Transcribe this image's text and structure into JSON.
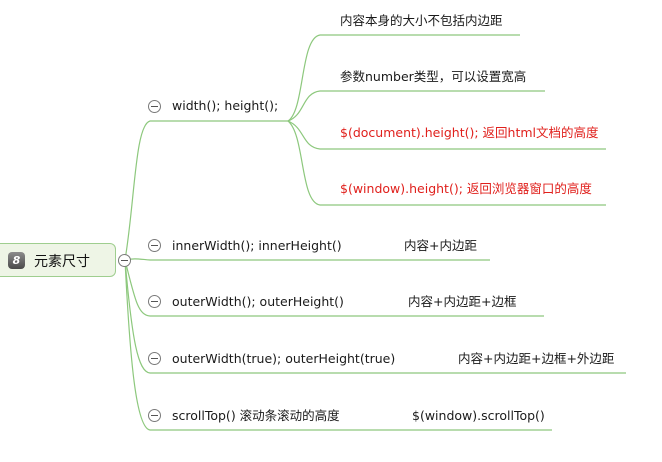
{
  "root": {
    "badge": "8",
    "label": "元素尺寸"
  },
  "branches": [
    {
      "label": "width(); height();",
      "notes": [
        {
          "text": "内容本身的大小不包括内边距",
          "highlight": false
        },
        {
          "text": "参数number类型，可以设置宽高",
          "highlight": false
        },
        {
          "text": "$(document).height();  返回html文档的高度",
          "highlight": true
        },
        {
          "text": "$(window).height(); 返回浏览器窗口的高度",
          "highlight": true
        }
      ]
    },
    {
      "label": "innerWidth(); innerHeight()",
      "notes": [
        {
          "text": "内容+内边距",
          "highlight": false
        }
      ]
    },
    {
      "label": "outerWidth(); outerHeight()",
      "notes": [
        {
          "text": "内容+内边距+边框",
          "highlight": false
        }
      ]
    },
    {
      "label": "outerWidth(true); outerHeight(true)",
      "notes": [
        {
          "text": "内容+内边距+边框+外边距",
          "highlight": false
        }
      ]
    },
    {
      "label": "scrollTop() 滚动条滚动的高度",
      "notes": [
        {
          "text": "$(window).scrollTop()",
          "highlight": false
        }
      ]
    }
  ],
  "colors": {
    "connector": "#8dc87d",
    "highlight_text": "#e0201c"
  }
}
